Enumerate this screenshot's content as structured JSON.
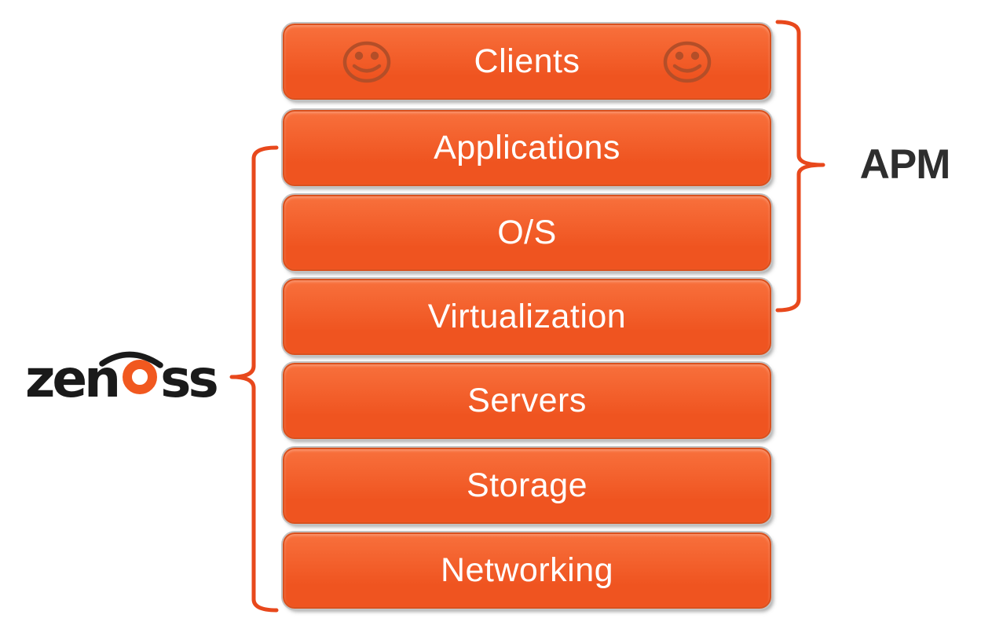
{
  "diagram": {
    "stack": {
      "boxes": [
        {
          "id": "clients",
          "label": "Clients"
        },
        {
          "id": "applications",
          "label": "Applications"
        },
        {
          "id": "os",
          "label": "O/S"
        },
        {
          "id": "virtualization",
          "label": "Virtualization"
        },
        {
          "id": "servers",
          "label": "Servers"
        },
        {
          "id": "storage",
          "label": "Storage"
        },
        {
          "id": "networking",
          "label": "Networking"
        }
      ]
    },
    "logo": {
      "full_name": "zenoss",
      "part1": "zen",
      "part2": "ss"
    },
    "apm_label": "APM",
    "icons": {
      "clients_left": "smiley-face",
      "clients_right": "smiley-face",
      "left_brace": "curly-brace-pointing-left",
      "right_brace": "curly-brace-pointing-right"
    },
    "colors": {
      "background": "#ffffff",
      "box_fill_top": "#f8703c",
      "box_fill_bottom": "#ef5420",
      "box_border": "#d9511e",
      "box_label_text": "#ffffff",
      "brace": "#e8481c",
      "smiley": "#b44e28",
      "logo_text": "#1a1a1a",
      "logo_o_ring": "#f1581f",
      "apm_text": "#2e2e2e"
    }
  }
}
